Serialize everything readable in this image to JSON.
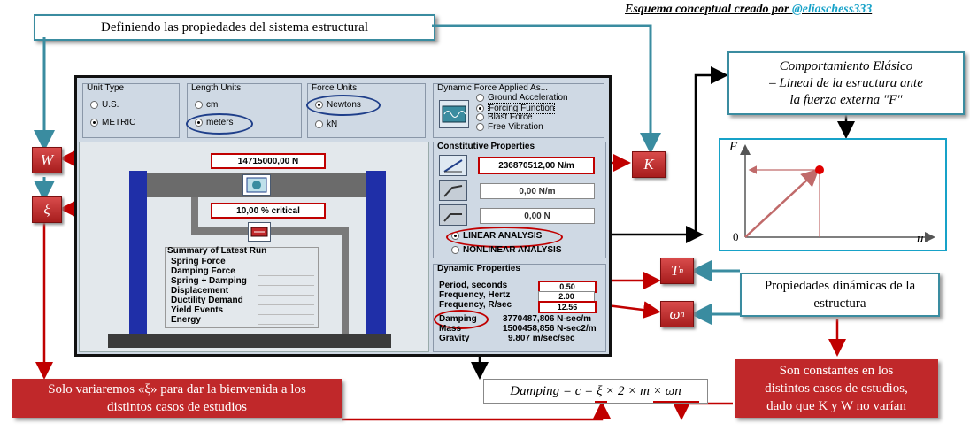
{
  "header_credit": {
    "prefix": "Esquema  conceptual creado por ",
    "handle": "@eliaschess333"
  },
  "title_box": "Definiendo las propiedades del sistema estructural",
  "elastic_box": {
    "line1": "Comportamiento Elásico",
    "line2": "– Lineal de la esructura ante",
    "line3": "la fuerza externa \"F\""
  },
  "graph": {
    "y_label": "F",
    "x_label": "u",
    "origin": "0"
  },
  "symbols": {
    "W": "W",
    "xi": "ξ",
    "K": "K",
    "Tn": "T",
    "Tn_sub": "n",
    "wn": "ω",
    "wn_sub": "n"
  },
  "dyn_props_box": {
    "line1": "Propiedades dinámicas de la",
    "line2": "estructura"
  },
  "const_note": {
    "line1": "Son constantes en los",
    "line2": "distintos casos de estudios,",
    "line3": "dado que K y W no varían"
  },
  "xi_note": {
    "line1": "Solo variaremos «ξ» para dar la bienvenida a los",
    "line2": "distintos casos de estudios"
  },
  "formula": "Damping = c = ξ × 2 × m × ωn",
  "app": {
    "unit_type": {
      "title": "Unit Type",
      "opt1": "U.S.",
      "opt2": "METRIC"
    },
    "length_units": {
      "title": "Length Units",
      "opt1": "cm",
      "opt2": "meters"
    },
    "force_units": {
      "title": "Force Units",
      "opt1": "Newtons",
      "opt2": "kN"
    },
    "dynamic_force": {
      "title": "Dynamic Force Applied As...",
      "opt1": "Ground Acceleration",
      "opt2": "Forcing Function",
      "opt3": "Blast Force",
      "opt4": "Free Vibration"
    },
    "weight_value": "14715000,00 N",
    "damping_value": "10,00 % critical",
    "constitutive": {
      "title": "Constitutive Properties",
      "k1": "236870512,00 N/m",
      "k2": "0,00 N/m",
      "k3": "0,00 N"
    },
    "linear": "LINEAR ANALYSIS",
    "nonlinear": "NONLINEAR ANALYSIS",
    "summary": {
      "title": "Summary of Latest Run",
      "rows": [
        "Spring Force",
        "Damping Force",
        "Spring + Damping",
        "Displacement",
        "Ductility Demand",
        "Yield Events",
        "Energy"
      ]
    },
    "dynamic_props": {
      "title": "Dynamic Properties",
      "period_label": "Period, seconds",
      "period_value": "0.50",
      "freq_hz_label": "Frequency, Hertz",
      "freq_hz_value": "2.00",
      "freq_rad_label": "Frequency, R/sec",
      "freq_rad_value": "12.56",
      "damping_label": "Damping",
      "damping_value": "3770487,806 N-sec/m",
      "mass_label": "Mass",
      "mass_value": "1500458,856 N-sec2/m",
      "gravity_label": "Gravity",
      "gravity_value": "9.807 m/sec/sec"
    }
  },
  "colors": {
    "teal": "#3a8ca0",
    "red": "#c00000",
    "frame_blue": "#1f2fa8"
  }
}
